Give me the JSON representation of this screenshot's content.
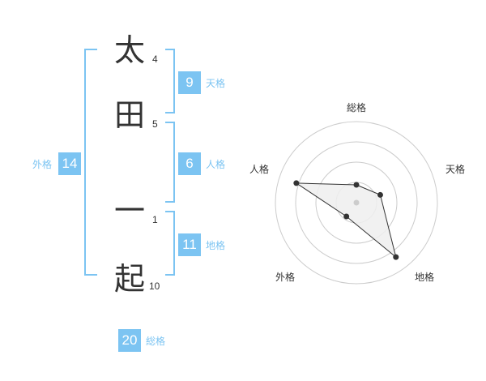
{
  "name": {
    "characters": [
      {
        "char": "太",
        "strokes": "4"
      },
      {
        "char": "田",
        "strokes": "5"
      },
      {
        "char": "一",
        "strokes": "1"
      },
      {
        "char": "起",
        "strokes": "10"
      }
    ]
  },
  "scores": {
    "tenkaku": {
      "value": "9",
      "label": "天格"
    },
    "jinkaku": {
      "value": "6",
      "label": "人格"
    },
    "gaikaku": {
      "value": "14",
      "label": "外格"
    },
    "chikaku": {
      "value": "11",
      "label": "地格"
    },
    "soukaku": {
      "value": "20",
      "label": "総格"
    }
  },
  "colors": {
    "accent": "#7cc4f2",
    "text": "#333333",
    "ring": "#cccccc",
    "fill": "#eeeeee"
  },
  "chart_data": {
    "type": "radar",
    "axes": [
      "総格",
      "天格",
      "地格",
      "外格",
      "人格"
    ],
    "values": [
      20,
      9,
      11,
      14,
      6
    ],
    "rings": 4,
    "plot_levels": [
      0.22,
      0.31,
      0.83,
      0.21,
      0.78
    ]
  }
}
